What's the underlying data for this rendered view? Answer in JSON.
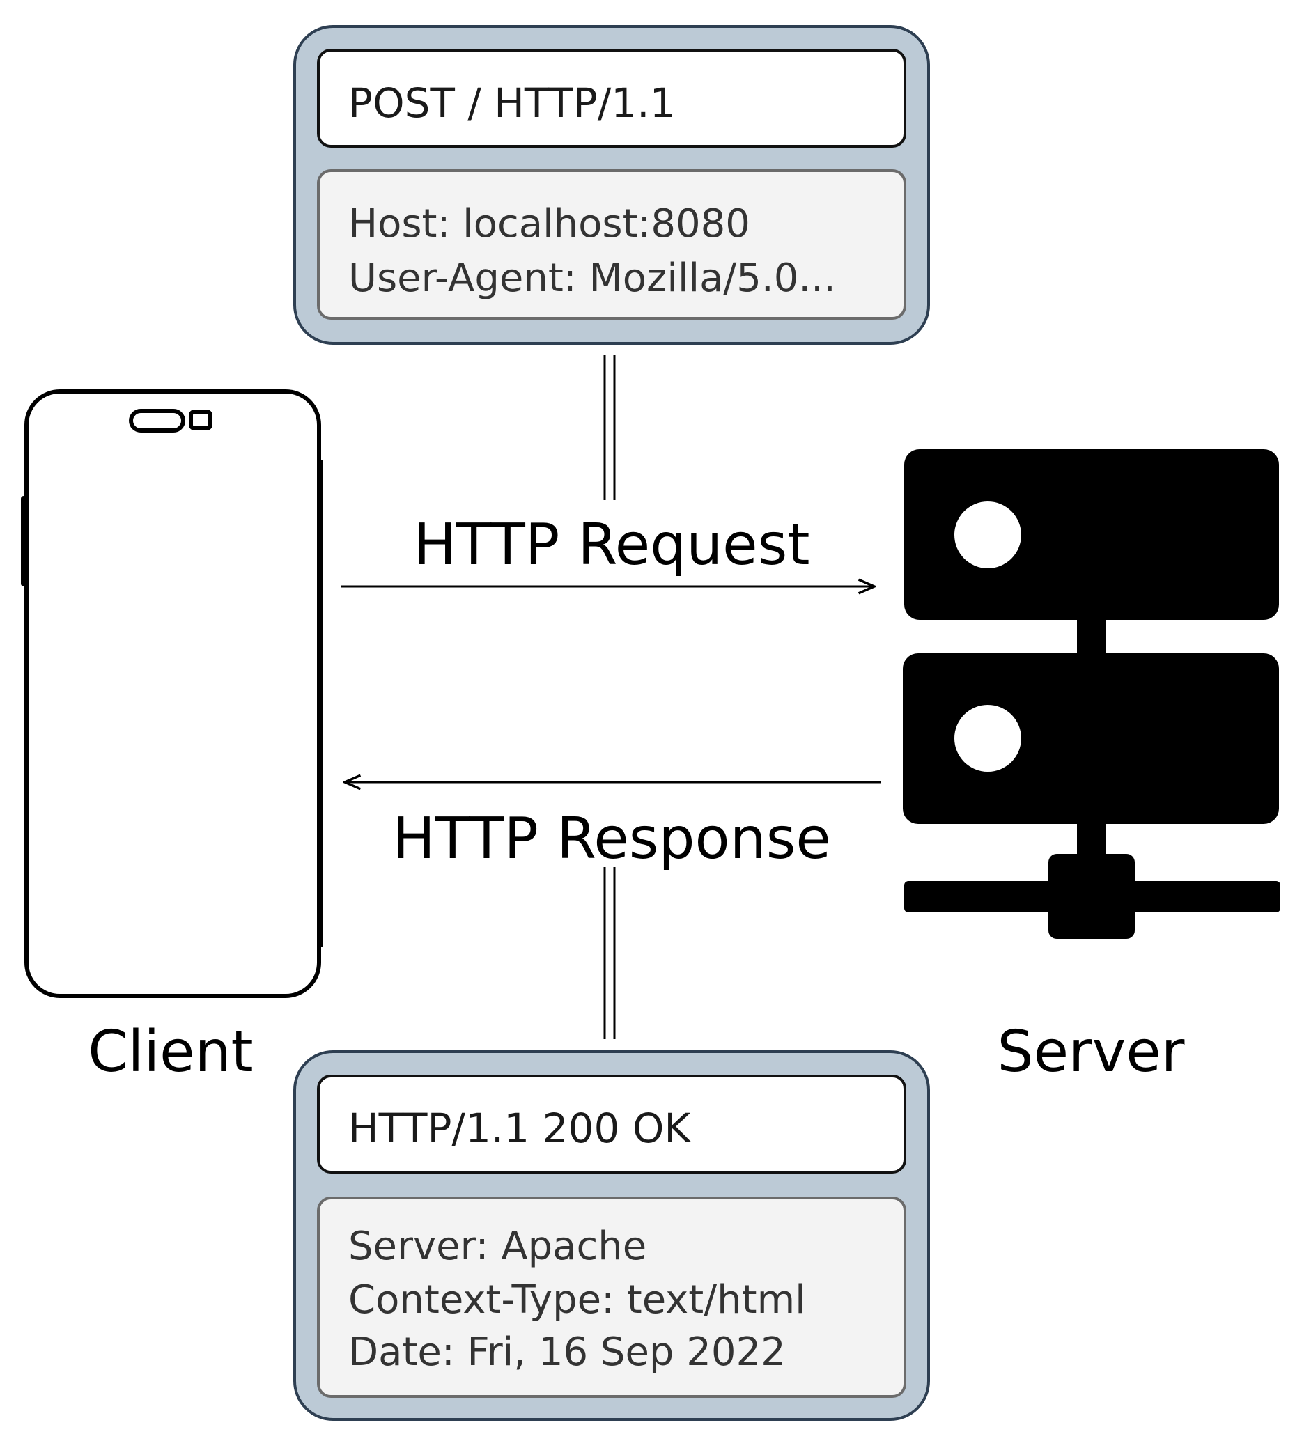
{
  "request_box": {
    "start_line": "POST / HTTP/1.1",
    "headers": [
      "Host: localhost:8080",
      "User-Agent: Mozilla/5.0..."
    ]
  },
  "response_box": {
    "start_line": "HTTP/1.1 200 OK",
    "headers": [
      "Server: Apache",
      "Context-Type: text/html",
      "Date: Fri, 16 Sep 2022"
    ]
  },
  "arrows": {
    "request_label": "HTTP Request",
    "response_label": "HTTP Response"
  },
  "nodes": {
    "client_label": "Client",
    "server_label": "Server"
  },
  "icons": {
    "client": "smartphone-icon",
    "server": "server-rack-icon"
  },
  "colors": {
    "panel_fill": "#bccad6",
    "panel_stroke": "#2e3f52",
    "header_fill": "#f3f3f3"
  }
}
